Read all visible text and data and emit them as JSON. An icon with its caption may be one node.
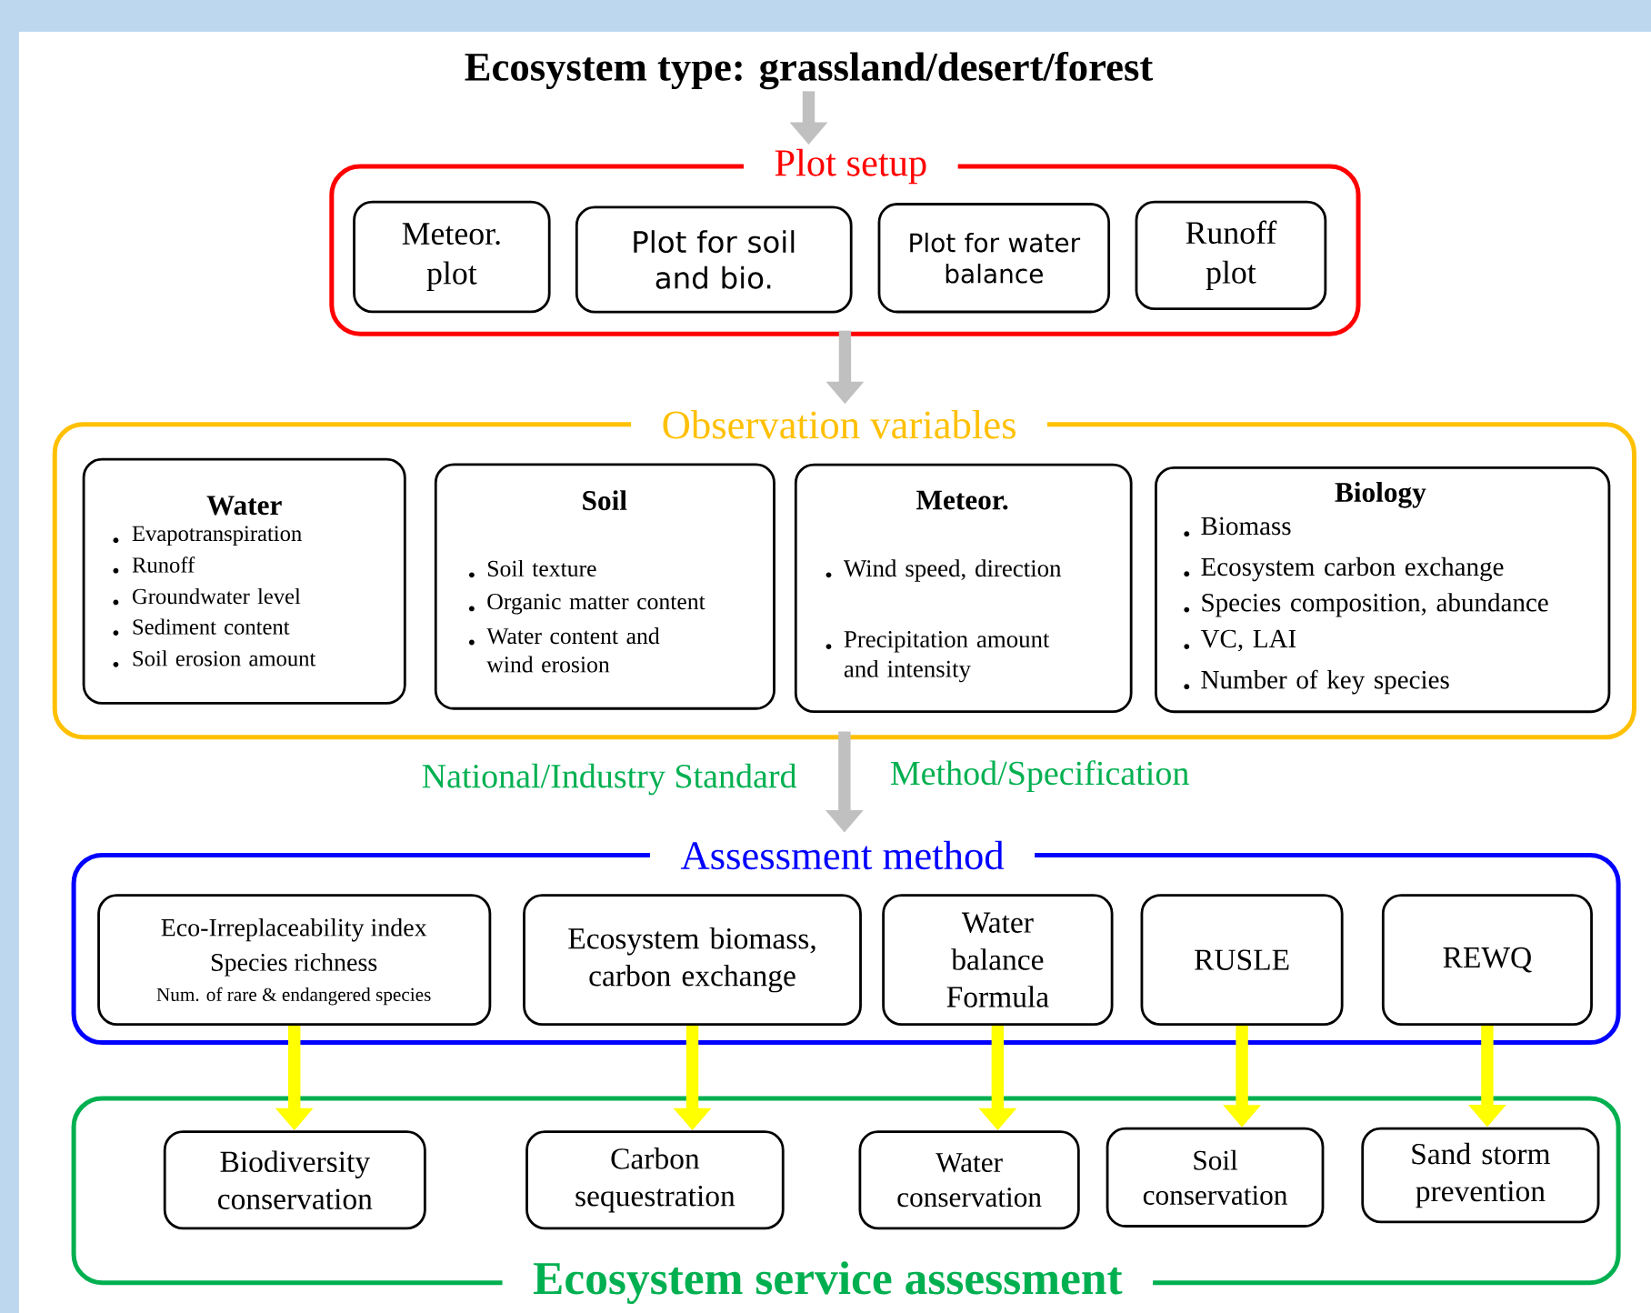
{
  "diagram": {
    "nodes": [
      {
        "text": [
          "Ecosystem type:  grassland/desert/forest"
        ]
      },
      {
        "text": [
          "Plot setup"
        ]
      },
      {
        "text": [
          "Meteor. plot"
        ],
        "in": 1
      },
      {
        "text": [
          "Plot for soil and bio."
        ],
        "in": 1
      },
      {
        "text": [
          "Plot for water balance"
        ],
        "in": 1
      },
      {
        "text": [
          "Runoff plot"
        ],
        "in": 1
      },
      {
        "text": [
          "Observation variables"
        ]
      },
      {
        "text": [
          "Water",
          "Evapotranspiration",
          "Runoff",
          "Groundwater level",
          "Sediment content",
          "Soil erosion amount"
        ],
        "in": 6
      },
      {
        "text": [
          "Soil",
          "Soil texture",
          "Organic matter content",
          "Water content and wind erosion"
        ],
        "in": 6
      },
      {
        "text": [
          "Meteor.",
          "Wind speed, direction",
          "Precipitation amount and intensity"
        ],
        "in": 6
      },
      {
        "text": [
          "Biology",
          "Biomass",
          "Ecosystem carbon exchange",
          "Species composition, abundance",
          "VC, LAI",
          "Number of key species"
        ],
        "in": 6
      },
      {
        "text": [
          "Assessment method"
        ]
      },
      {
        "text": [
          "Eco-Irreplaceability index",
          "Species richness",
          "Num. of rare & endangered species"
        ],
        "in": 11
      },
      {
        "text": [
          "Ecosystem biomass, carbon exchange"
        ],
        "in": 11
      },
      {
        "text": [
          "Water balance Formula"
        ],
        "in": 11
      },
      {
        "text": [
          "RUSLE"
        ],
        "in": 11
      },
      {
        "text": [
          "REWQ"
        ],
        "in": 11
      },
      {
        "text": [
          "Ecosystem service assessment"
        ]
      },
      {
        "text": [
          "Biodiversity conservation"
        ],
        "in": 17
      },
      {
        "text": [
          "Carbon sequestration"
        ],
        "in": 17
      },
      {
        "text": [
          "Water conservation"
        ],
        "in": 17
      },
      {
        "text": [
          "Soil conservation"
        ],
        "in": 17
      },
      {
        "text": [
          "Sand storm prevention"
        ],
        "in": 17
      }
    ],
    "edges": [
      {
        "from": 0,
        "to": 1,
        "arrow": "to",
        "color": "#c0c0c0"
      },
      {
        "from": 1,
        "to": 6,
        "arrow": "to",
        "color": "#c0c0c0"
      },
      {
        "from": 6,
        "to": 11,
        "arrow": "to",
        "color": "#c0c0c0"
      },
      {
        "from": 12,
        "to": 18,
        "arrow": "to"
      },
      {
        "from": 13,
        "to": 19,
        "arrow": "to"
      },
      {
        "from": 14,
        "to": 20,
        "arrow": "to"
      },
      {
        "from": 15,
        "to": 21,
        "arrow": "to"
      },
      {
        "from": 16,
        "to": 22,
        "arrow": "to"
      }
    ],
    "labels": [
      "National/Industry Standard",
      "Method/Specification"
    ]
  }
}
